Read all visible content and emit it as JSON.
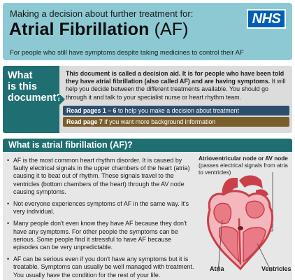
{
  "header": {
    "subtitle": "Making a decision about further treatment for:",
    "title_bold": "Atrial Fibrillation",
    "title_rest": " (AF)",
    "tagline": "For people who still have symptoms despite taking medicines to control their AF",
    "logo_text": "NHS"
  },
  "about": {
    "tab_line1": "What",
    "tab_line2": "is this",
    "tab_line3": "document?",
    "bold_text": "This document is called a decision aid. It is for people who have been told they have atrial fibrillation (also called AF) and are having symptoms.",
    "body_text": " It will help you decide between the different treatments available. You should go through it and talk to your specialist nurse or heart rhythm team.",
    "pill1_bold": "Read pages 1 – 6",
    "pill1_rest": " to help you make a decision about treatment",
    "pill2_bold": "Read page 7",
    "pill2_rest": " if you want more background information"
  },
  "section": {
    "heading": "What is atrial fibrillation (AF)?",
    "bullets": [
      "AF is the most common heart rhythm disorder. It is caused by faulty electrical signals in the upper chambers of the heart (atria) causing it to beat out of rhythm. These signals travel to the ventricles (bottom chambers of the heart) through the AV node causing symptoms.",
      "Not everyone experiences symptoms of AF in the same way. It's very individual.",
      "Many people don't even know they have AF because they don't have any symptoms. For other people the symptoms can be serious. Some people find it stressful to have AF because episodes can be very unpredictable.",
      "AF can be serious even if you don't have any symptoms but it is treatable. Symptoms can usually be well managed with treatment. You usually have the condition for the rest of your life."
    ],
    "diagram": {
      "av_title": "Atrioventricular node or AV node",
      "av_desc": "(passes electrical signals from atria to ventricles)",
      "label_atria": "Atria",
      "label_ventricles": "Ventricles"
    }
  },
  "colors": {
    "header_bg": "#8cc9d3",
    "teal": "#1f6f72",
    "nhs_blue": "#005eb8",
    "pill_blue": "#2e4e6e",
    "pill_brown": "#7a5e2c",
    "heart_red": "#c9404a",
    "heart_pink": "#f3b7bd"
  }
}
